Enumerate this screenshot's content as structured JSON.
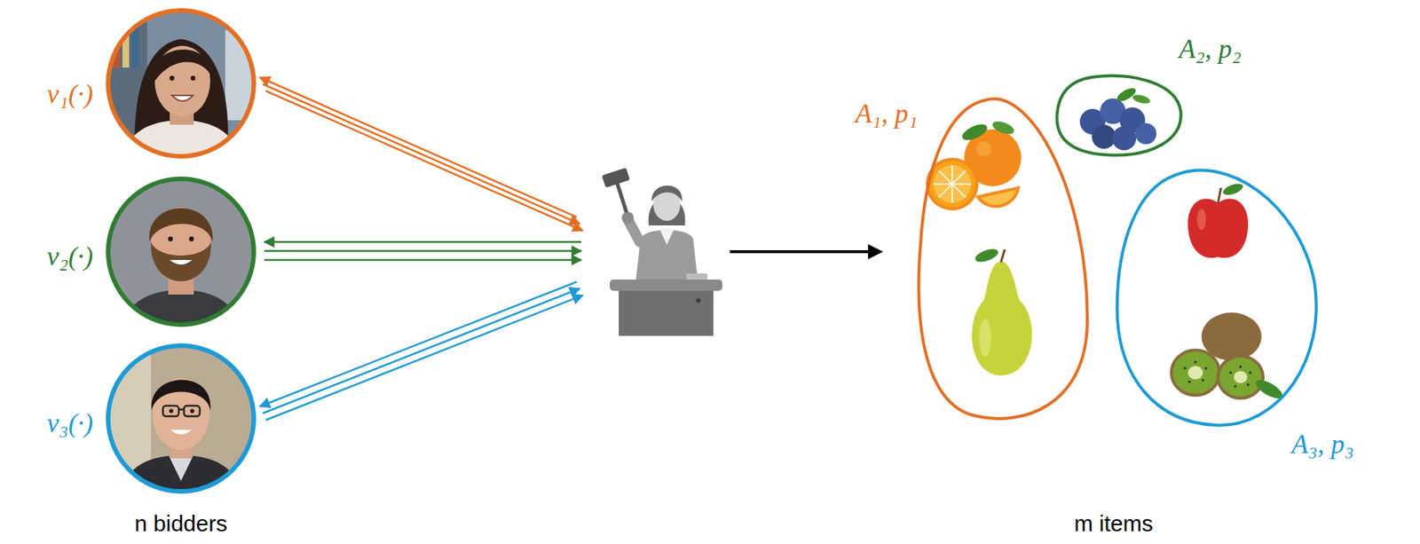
{
  "diagram": {
    "nodes": [
      {
        "text": [
          "v₁(·)"
        ]
      },
      {
        "text": [
          "v₂(·)"
        ]
      },
      {
        "text": [
          "v₃(·)"
        ]
      },
      {
        "text": [
          "A₁, p₁"
        ]
      },
      {
        "text": [
          "A₂, p₂"
        ]
      },
      {
        "text": [
          "A₃, p₃"
        ]
      }
    ],
    "labels": [
      "n bidders",
      "m items"
    ]
  }
}
